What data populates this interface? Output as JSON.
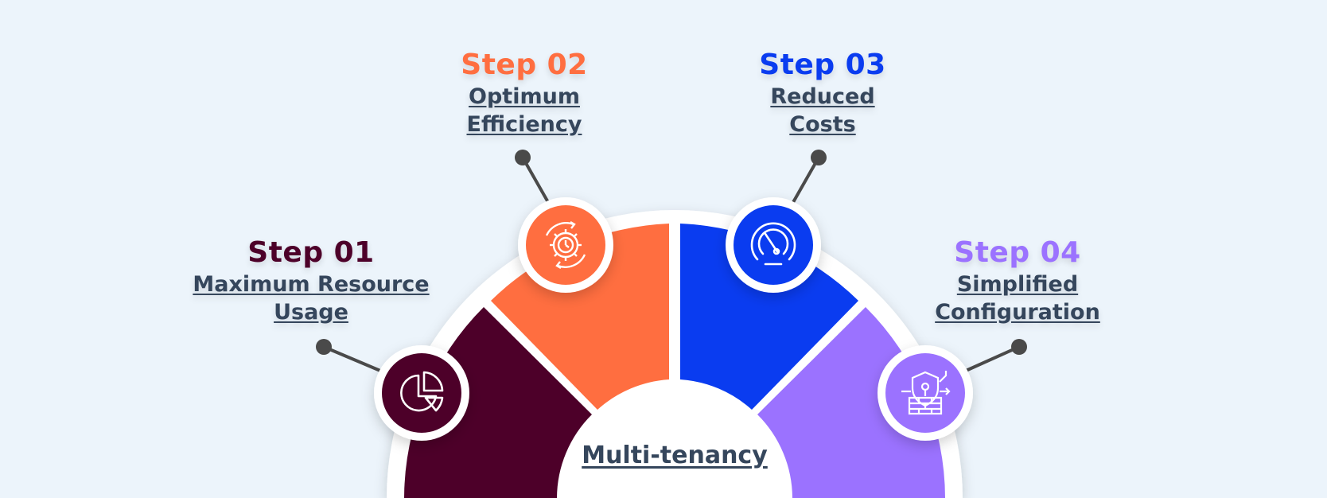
{
  "center": {
    "label": "Multi-tenancy"
  },
  "steps": [
    {
      "title": "Step 01",
      "lines": [
        "Maximum Resource",
        "Usage"
      ],
      "color": "#4d0029",
      "icon": "pie-chart-icon"
    },
    {
      "title": "Step 02",
      "lines": [
        "Optimum",
        "Efficiency"
      ],
      "color": "#ff6e40",
      "icon": "gear-clock-icon"
    },
    {
      "title": "Step 03",
      "lines": [
        "Reduced",
        "Costs"
      ],
      "color": "#0a3cf0",
      "icon": "gauge-icon"
    },
    {
      "title": "Step 04",
      "lines": [
        "Simplified",
        "Configuration"
      ],
      "color": "#9b72ff",
      "icon": "shield-firewall-icon"
    }
  ],
  "colors": {
    "background": "#ecf4fb",
    "text": "#35465c",
    "connector": "#4a4a4a"
  }
}
